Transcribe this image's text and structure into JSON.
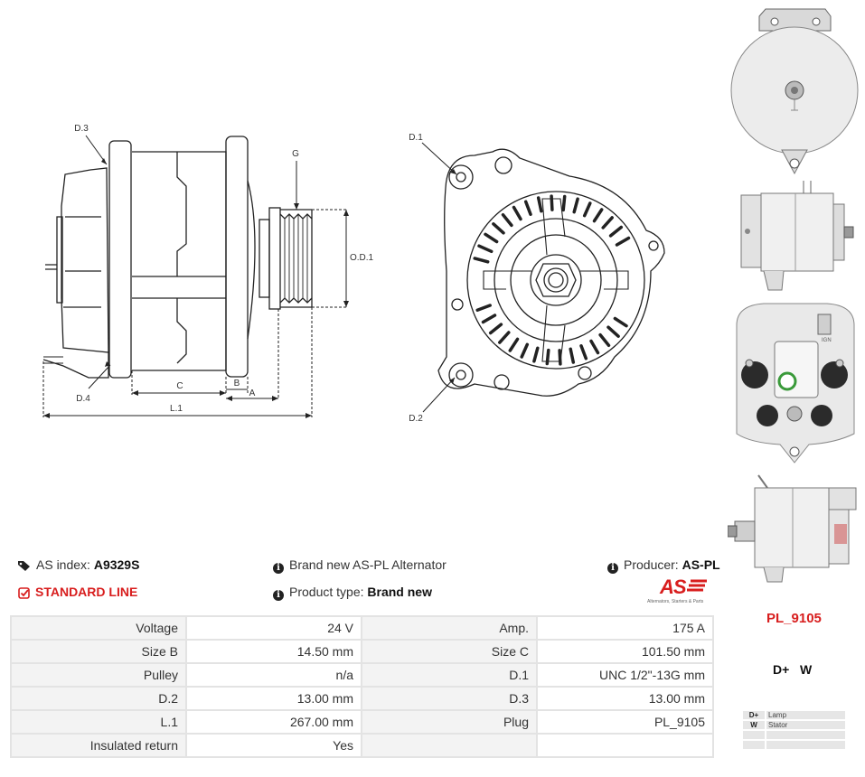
{
  "drawing": {
    "labels": {
      "d3": "D.3",
      "d4": "D.4",
      "g": "G",
      "od1": "O.D.1",
      "c": "C",
      "b": "B",
      "a": "A",
      "l1": "L.1",
      "d1": "D.1",
      "d2": "D.2"
    }
  },
  "info": {
    "as_index_label": "AS index:",
    "as_index_value": "A9329S",
    "brand_text": "Brand new AS-PL Alternator",
    "producer_label": "Producer:",
    "producer_value": "AS-PL",
    "standard_line": "STANDARD LINE",
    "product_type_label": "Product type:",
    "product_type_value": "Brand new",
    "logo_text": "AS",
    "logo_tagline": "Alternators, Starters & Parts"
  },
  "specs": [
    {
      "k1": "Voltage",
      "v1": "24 V",
      "k2": "Amp.",
      "v2": "175 A"
    },
    {
      "k1": "Size B",
      "v1": "14.50 mm",
      "k2": "Size C",
      "v2": "101.50 mm"
    },
    {
      "k1": "Pulley",
      "v1": "n/a",
      "k2": "D.1",
      "v2": "UNC 1/2\"-13G mm"
    },
    {
      "k1": "D.2",
      "v1": "13.00 mm",
      "k2": "D.3",
      "v2": "13.00 mm"
    },
    {
      "k1": "L.1",
      "v1": "267.00 mm",
      "k2": "Plug",
      "v2": "PL_9105"
    },
    {
      "k1": "Insulated return",
      "v1": "Yes",
      "k2": "",
      "v2": ""
    }
  ],
  "side": {
    "plug_label": "PL_9105",
    "terminals": "D+   W",
    "badge_text": "IGN",
    "legend": [
      {
        "t": "D+",
        "d": "Lamp"
      },
      {
        "t": "W",
        "d": "Stator"
      },
      {
        "t": "",
        "d": ""
      },
      {
        "t": "",
        "d": ""
      }
    ]
  },
  "colors": {
    "accent_red": "#d81e1e",
    "drawing_line": "#222222",
    "table_border": "#e3e3e3",
    "table_key_bg": "#f3f3f3"
  }
}
